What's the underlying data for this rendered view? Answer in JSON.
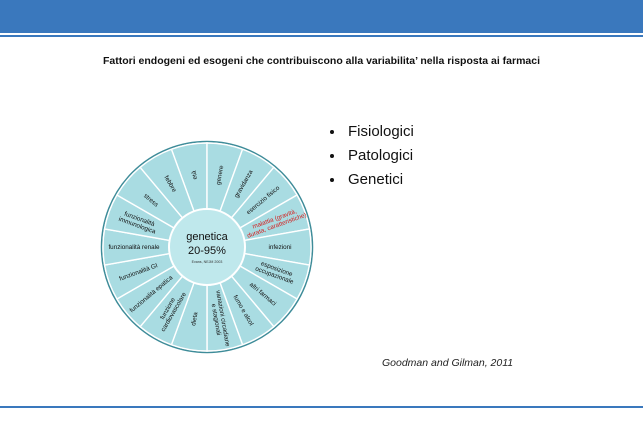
{
  "slide": {
    "title": "Fattori endogeni ed esogeni che contribuiscono alla variabilita’ nella risposta ai farmaci",
    "bullets": [
      "Fisiologici",
      "Patologici",
      "Genetici"
    ],
    "citation": "Goodman and Gilman, 2011"
  },
  "wheel": {
    "center": {
      "title": "genetica",
      "value": "20-95%",
      "note": "Evans, NEJM 2003"
    },
    "segments": [
      {
        "lines": [
          "età"
        ],
        "color": "#111111"
      },
      {
        "lines": [
          "genere"
        ],
        "color": "#111111"
      },
      {
        "lines": [
          "gravidanza"
        ],
        "color": "#111111"
      },
      {
        "lines": [
          "esercizio fisico"
        ],
        "color": "#111111"
      },
      {
        "lines": [
          "malattia (gravità,",
          "durata, caratteristiche)"
        ],
        "color": "#d42020"
      },
      {
        "lines": [
          "infezioni"
        ],
        "color": "#111111"
      },
      {
        "lines": [
          "esposizione",
          "occupazionale"
        ],
        "color": "#111111"
      },
      {
        "lines": [
          "altri farmaci"
        ],
        "color": "#111111"
      },
      {
        "lines": [
          "fumo e alcol"
        ],
        "color": "#111111"
      },
      {
        "lines": [
          "variazioni circadiane",
          "e stagionali"
        ],
        "color": "#111111"
      },
      {
        "lines": [
          "dieta"
        ],
        "color": "#111111"
      },
      {
        "lines": [
          "funzione",
          "cardiovascolare"
        ],
        "color": "#111111"
      },
      {
        "lines": [
          "funzionalità epatica"
        ],
        "color": "#111111"
      },
      {
        "lines": [
          "funzionalità GI"
        ],
        "color": "#111111"
      },
      {
        "lines": [
          "funzionalità renale"
        ],
        "color": "#111111"
      },
      {
        "lines": [
          "funzionalità",
          "immunologica"
        ],
        "color": "#111111"
      },
      {
        "lines": [
          "stress"
        ],
        "color": "#111111"
      },
      {
        "lines": [
          "febbre"
        ],
        "color": "#111111"
      }
    ],
    "colors": {
      "outer_fill": "#a9dce2",
      "inner_fill": "#bfe8ec",
      "stroke": "#ffffff",
      "outline": "#3e8c99"
    }
  },
  "colors": {
    "accent": "#3a78bd"
  }
}
